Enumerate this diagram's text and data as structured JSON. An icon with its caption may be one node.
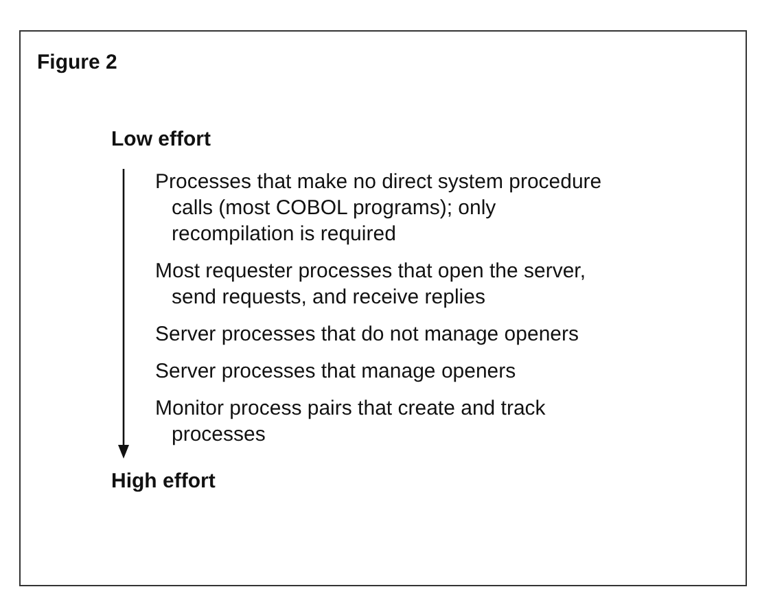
{
  "diagram": {
    "title": "Figure 2",
    "labels": [
      "Low effort",
      "Processes that make no direct system procedure calls (most COBOL programs); only recompilation is required",
      "Most requester processes that open the server, send requests, and receive replies",
      "Server processes that do not manage openers",
      "Server processes that manage openers",
      "Monitor process pairs that create and track processes",
      "High effort"
    ]
  }
}
